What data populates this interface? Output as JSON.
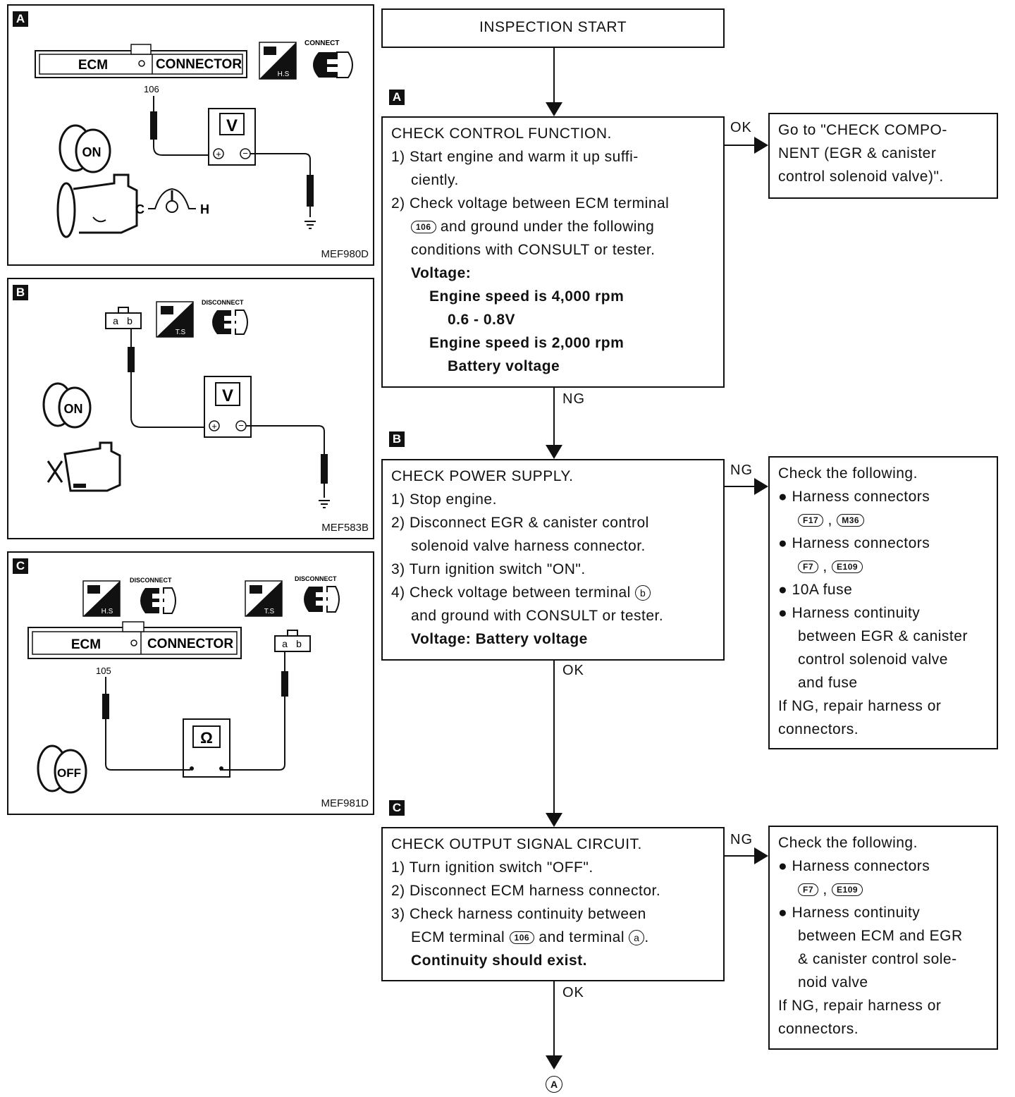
{
  "panels": [
    {
      "tag": "A",
      "code": "MEF980D",
      "ecm": "ECM",
      "connector": "CONNECTOR",
      "pin": "106",
      "mode": "CONNECT",
      "meter": "V",
      "key": "ON",
      "hs": "H.S",
      "gauge_c": "C",
      "gauge_h": "H"
    },
    {
      "tag": "B",
      "code": "MEF583B",
      "mode": "DISCONNECT",
      "meter": "V",
      "key": "ON",
      "ts": "T.S"
    },
    {
      "tag": "C",
      "code": "MEF981D",
      "ecm": "ECM",
      "connector": "CONNECTOR",
      "pin": "105",
      "mode1": "DISCONNECT",
      "mode2": "DISCONNECT",
      "meter": "Ω",
      "key": "OFF",
      "hs": "H.S",
      "ts": "T.S"
    }
  ],
  "flow": {
    "start": "INSPECTION START",
    "step_a": {
      "tag": "A",
      "lines": [
        "CHECK CONTROL FUNCTION.",
        "1) Start engine and warm it up suffi-",
        "ciently.",
        "2) Check voltage between ECM terminal"
      ],
      "line5_pre": "",
      "line5_conn": "106",
      "line5_post": "and ground under the following",
      "line6": "conditions with CONSULT or tester.",
      "voltage": "Voltage:",
      "cond1": "Engine speed is 4,000 rpm",
      "val1": "0.6 - 0.8V",
      "cond2": "Engine speed is 2,000 rpm",
      "val2": "Battery voltage"
    },
    "step_a_ok": {
      "label": "OK",
      "lines": [
        "Go to \"CHECK COMPO-",
        "NENT (EGR & canister",
        "control solenoid valve)\"."
      ]
    },
    "step_a_ng": "NG",
    "step_b": {
      "tag": "B",
      "lines": [
        "CHECK POWER SUPPLY.",
        "1) Stop engine.",
        "2) Disconnect EGR & canister control",
        "solenoid valve harness connector.",
        "3) Turn ignition switch \"ON\"."
      ],
      "line6_pre": "4) Check voltage between terminal",
      "line6_circ": "b",
      "line7": "and ground with CONSULT or tester.",
      "voltage": "Voltage: Battery voltage"
    },
    "step_b_ng": {
      "label": "NG",
      "head": "Check the following.",
      "item1": "Harness connectors",
      "c1a": "F17",
      "c1b": "M36",
      "item2": "Harness connectors",
      "c2a": "F7",
      "c2b": "E109",
      "item3": "10A fuse",
      "item4": "Harness continuity",
      "item4b": "between EGR & canister",
      "item4c": "control solenoid valve",
      "item4d": "and fuse",
      "foot1": "If NG, repair harness or",
      "foot2": "connectors."
    },
    "step_b_ok": "OK",
    "step_c": {
      "tag": "C",
      "lines": [
        "CHECK OUTPUT SIGNAL CIRCUIT.",
        "1) Turn ignition switch \"OFF\".",
        "2) Disconnect ECM harness connector.",
        "3) Check harness continuity between"
      ],
      "line5_pre": "ECM terminal",
      "line5_conn": "106",
      "line5_mid": "and terminal",
      "line5_circ": "a",
      "line5_post": ".",
      "result": "Continuity should exist."
    },
    "step_c_ng": {
      "label": "NG",
      "head": "Check the following.",
      "item1": "Harness connectors",
      "c1a": "F7",
      "c1b": "E109",
      "item2": "Harness continuity",
      "item2b": "between ECM and EGR",
      "item2c": "& canister control sole-",
      "item2d": "noid valve",
      "foot1": "If NG, repair harness or",
      "foot2": "connectors."
    },
    "step_c_ok": "OK",
    "end": "A"
  }
}
